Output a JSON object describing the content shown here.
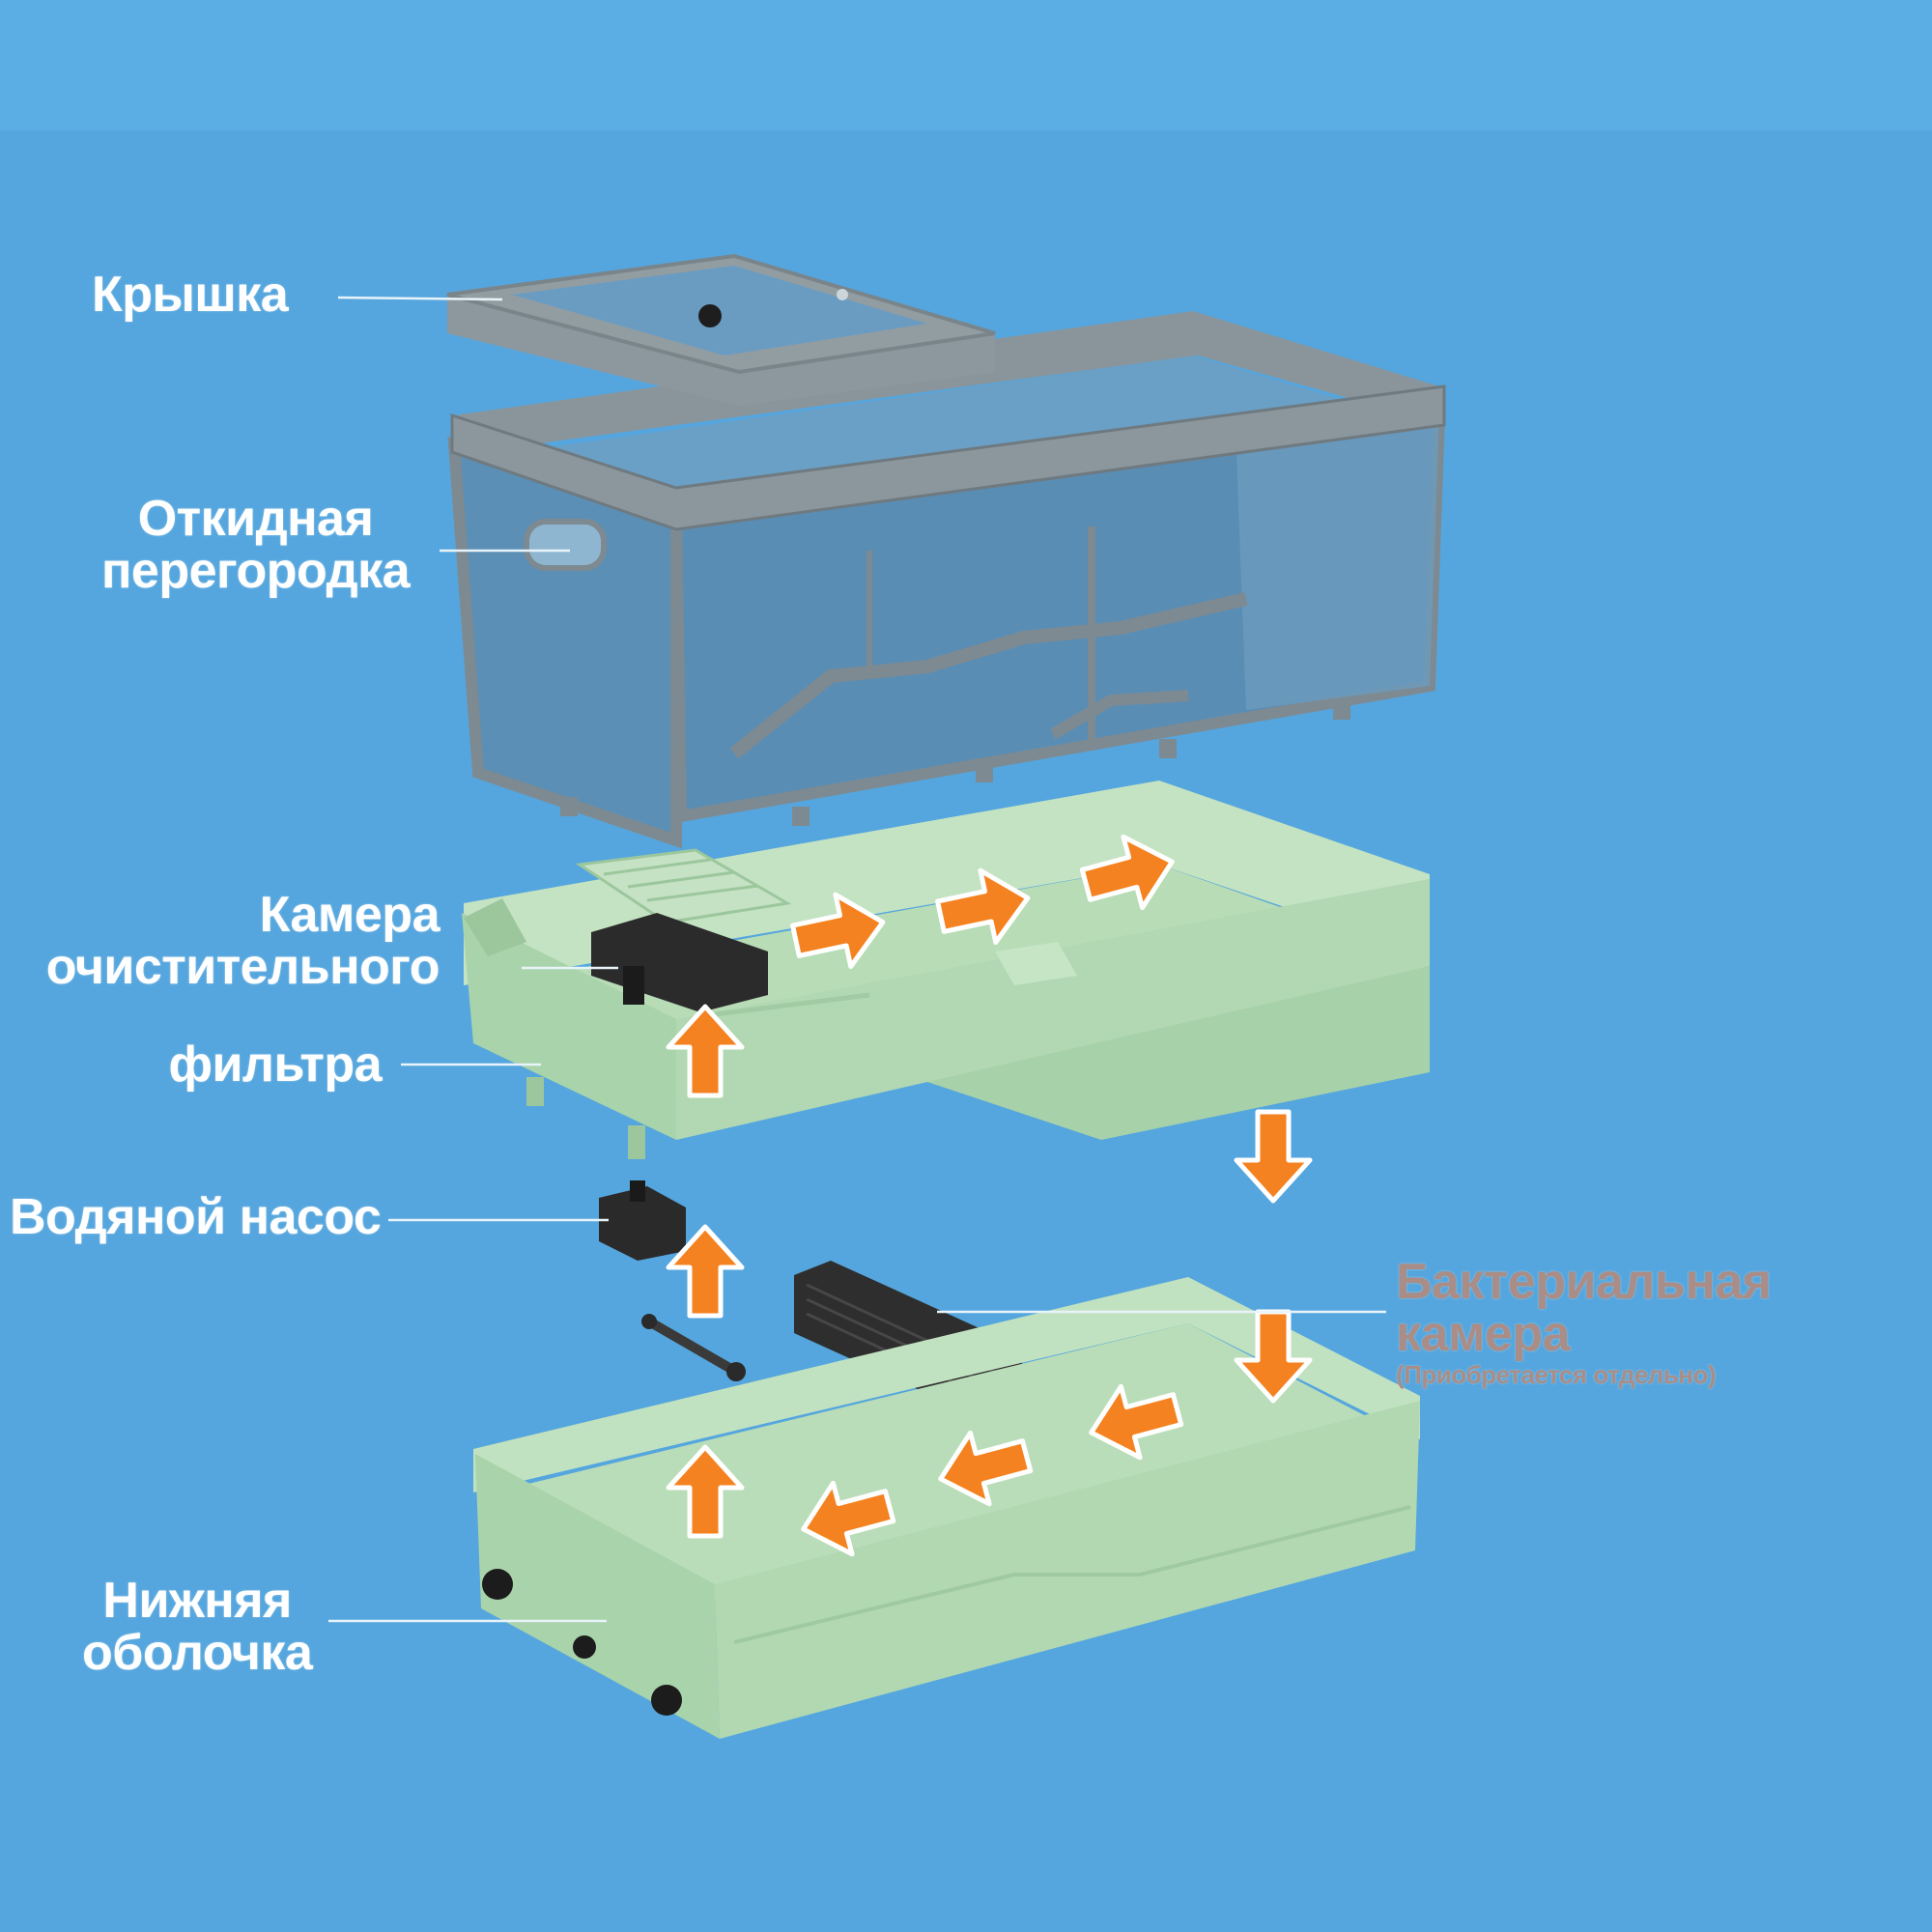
{
  "labels": {
    "lid": "Крышка",
    "partition": [
      "Откидная",
      "перегородка"
    ],
    "filter_chamber": [
      "Камера",
      "очистительного",
      "фильтра"
    ],
    "pump": "Водяной насос",
    "bacteria": [
      "Бактериальная",
      "камера"
    ],
    "bacteria_note": "(Приобретается отдельно)",
    "bottom_shell": [
      "Нижняя",
      "оболочка"
    ]
  },
  "colors": {
    "background": "#55A6DE",
    "top_band": "#5AAEE3",
    "frame": "#7E8A91",
    "glass": "#5E92B8",
    "tray_green": "#B9DDB9",
    "tray_shadow": "#9CC79D",
    "arrow": "#F58220",
    "label": "#FFFFFF",
    "label_muted": "#A98D86",
    "dark_part": "#2B2B2B"
  },
  "icons": {
    "flow": "orange-flow-arrow"
  }
}
